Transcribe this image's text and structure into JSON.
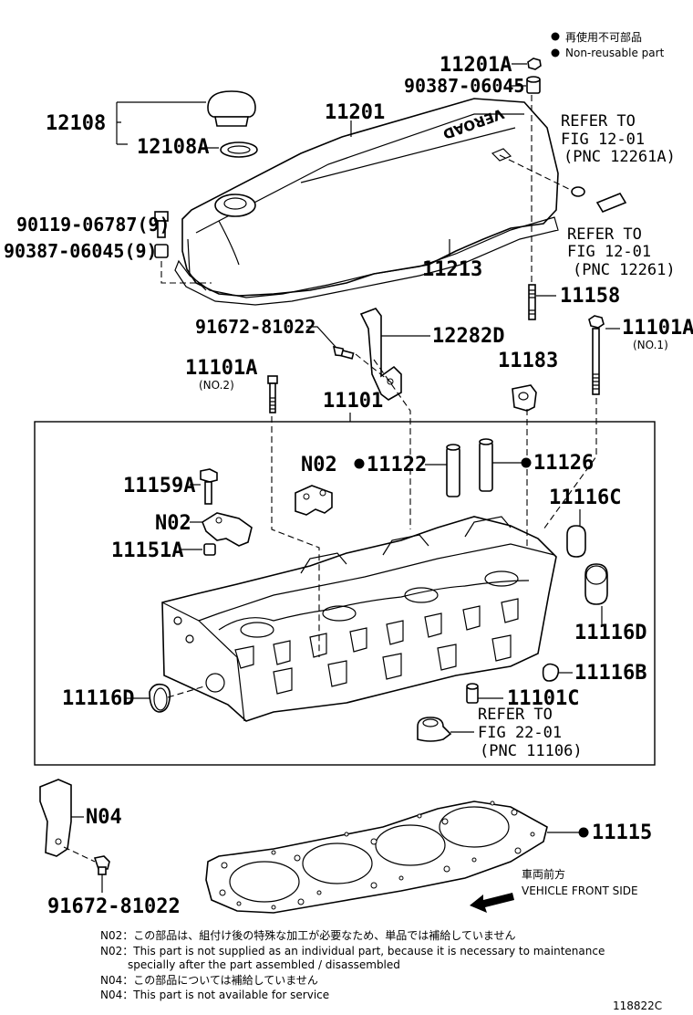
{
  "legend": {
    "jp": "再使用不可部品",
    "en": "Non-reusable part"
  },
  "labels": {
    "p11201A": "11201A",
    "p90387_06045": "90387-06045",
    "p12108": "12108",
    "p12108A": "12108A",
    "p11201": "11201",
    "p90119": "90119-06787(9)",
    "p90387_9": "90387-06045(9)",
    "p11213": "11213",
    "p11158": "11158",
    "p91672a": "91672-81022",
    "p12282D": "12282D",
    "p11101A_left": "11101A",
    "p11101A_left_sub": "(NO.2)",
    "p11101A_right": "11101A",
    "p11101A_right_sub": "(NO.1)",
    "p11183": "11183",
    "p11101": "11101",
    "pN02a": "N02",
    "p11122": "11122",
    "p11126": "11126",
    "p11159A": "11159A",
    "pN02b": "N02",
    "p11151A": "11151A",
    "p11116C": "11116C",
    "p11116D_right": "11116D",
    "p11116B": "11116B",
    "p11116D_left": "11116D",
    "p11101C": "11101C",
    "pN04": "N04",
    "p91672b": "91672-81022",
    "p11115": "11115"
  },
  "references": {
    "ref1": {
      "l1": "REFER TO",
      "l2": "FIG 12-01",
      "l3": "(PNC 12261A)"
    },
    "ref2": {
      "l1": "REFER TO",
      "l2": "FIG 12-01",
      "l3": "(PNC 12261)"
    },
    "ref3": {
      "l1": "REFER TO",
      "l2": "FIG 22-01",
      "l3": "(PNC 11106)"
    }
  },
  "direction": {
    "jp": "車両前方",
    "en": "VEHICLE FRONT SIDE"
  },
  "notes": [
    "N02：この部品は、組付け後の特殊な加工が必要なため、単品では補給していません",
    "N02：This part is not supplied as an individual part, because it is necessary to maintenance",
    "specially after the part assembled / disassembled",
    "N04：この部品については補給していません",
    "N04：This part is not available for service"
  ],
  "diagram_id": "118822C",
  "cover_text": "VEROAD"
}
